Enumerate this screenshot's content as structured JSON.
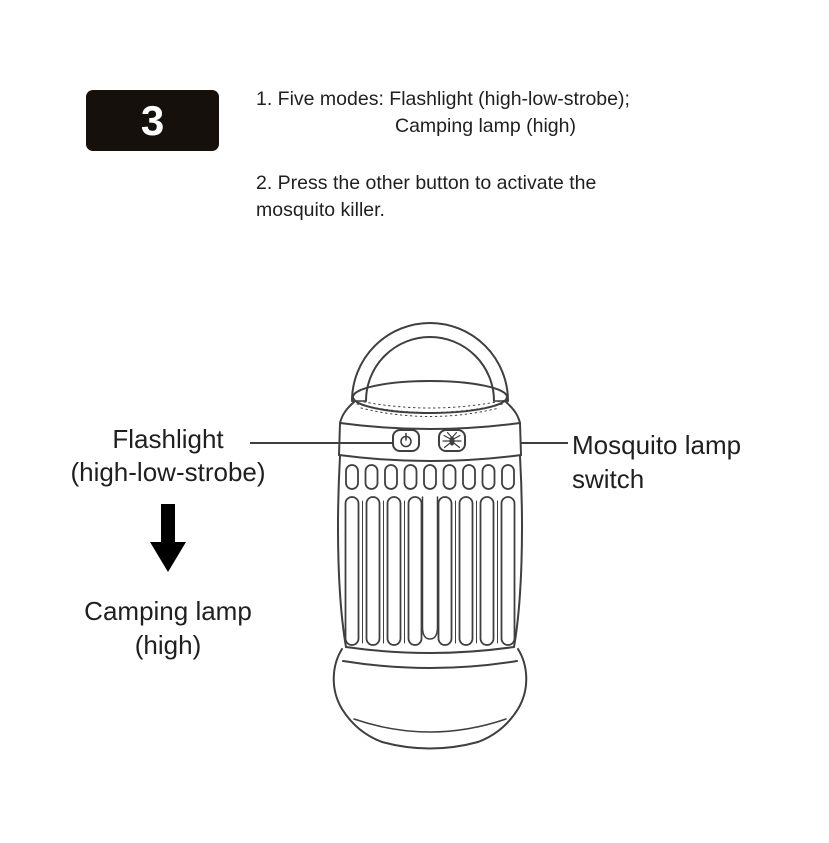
{
  "step": {
    "number": "3"
  },
  "instructions": {
    "item1": {
      "line1": "1. Five modes: Flashlight (high-low-strobe);",
      "line2": "Camping lamp (high)"
    },
    "item2": {
      "line1": "2. Press the other button to activate the",
      "line2": "mosquito killer."
    }
  },
  "labels": {
    "flashlight": {
      "line1": "Flashlight",
      "line2": "(high-low-strobe)"
    },
    "camping": {
      "line1": "Camping lamp",
      "line2": "(high)"
    },
    "mosquito": {
      "line1": "Mosquito lamp",
      "line2": "switch"
    }
  },
  "icons": {
    "power_button": "power-icon",
    "mosquito_button": "mosquito-icon",
    "sequence_arrow": "down-arrow-icon"
  },
  "colors": {
    "line_art": "#3f3f3f",
    "badge_bg": "#15100b",
    "badge_text": "#ffffff"
  }
}
